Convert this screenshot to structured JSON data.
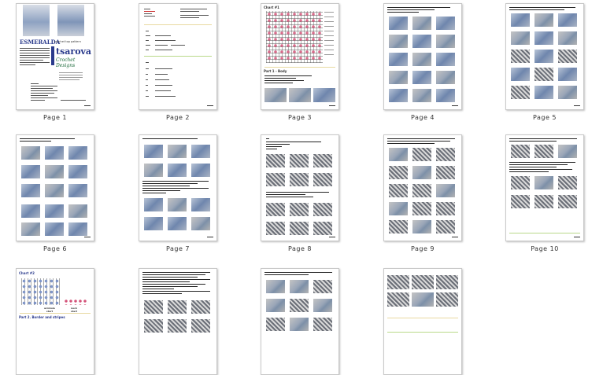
{
  "pages": [
    {
      "label": "Page  1"
    },
    {
      "label": "Page  2"
    },
    {
      "label": "Page  3"
    },
    {
      "label": "Page  4"
    },
    {
      "label": "Page  5"
    },
    {
      "label": "Page  6"
    },
    {
      "label": "Page  7"
    },
    {
      "label": "Page  8"
    },
    {
      "label": "Page  9"
    },
    {
      "label": "Page  10"
    },
    {
      "label": ""
    },
    {
      "label": ""
    },
    {
      "label": ""
    },
    {
      "label": ""
    }
  ],
  "page1": {
    "pattern_name": "ESMERALDA",
    "subtitle": "crochet top pattern",
    "brand_name": "tsarova",
    "brand_tag": "Crochet Designs"
  },
  "page3": {
    "chart_title": "Chart #1",
    "section": "Part 1 - Body"
  },
  "page11": {
    "chart_title": "Chart #2",
    "section": "Part 2. Border and stripes",
    "armhole": "armhole start",
    "neck": "neck start"
  },
  "colors": {
    "accent_rule": "#e8d9a0",
    "green_rule": "#b9d98a",
    "chart_red": "#d4547a"
  }
}
